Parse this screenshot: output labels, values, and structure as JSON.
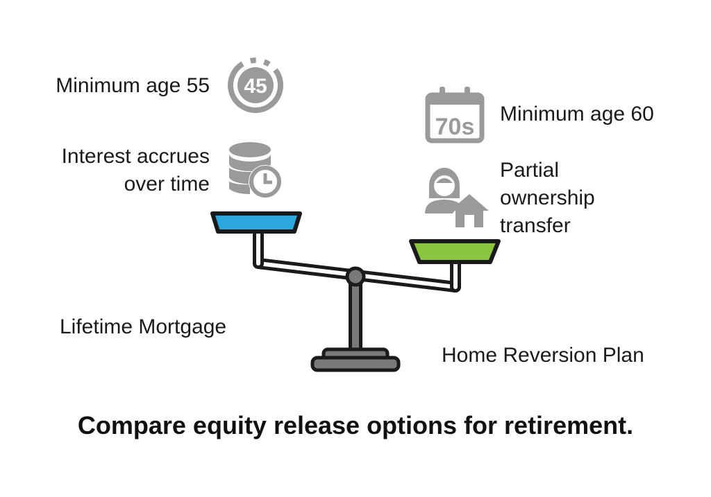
{
  "left_option": {
    "name": "Lifetime Mortgage",
    "features": [
      {
        "text": "Minimum age 55",
        "icon": "age-45-badge-icon",
        "icon_text": "45"
      },
      {
        "text": "Interest accrues\nover time",
        "icon": "coins-clock-icon"
      }
    ],
    "pan_color": "#2aa7dc"
  },
  "right_option": {
    "name": "Home Reversion Plan",
    "features": [
      {
        "text": "Minimum age 60",
        "icon": "calendar-70s-icon",
        "icon_text": "70s"
      },
      {
        "text": "Partial\nownership\ntransfer",
        "icon": "person-house-icon"
      }
    ],
    "pan_color": "#8cc63f"
  },
  "title": "Compare equity release options for retirement.",
  "colors": {
    "icon_gray": "#9a9a9a",
    "outline": "#1a1a1a",
    "stand": "#7a7a7a"
  }
}
